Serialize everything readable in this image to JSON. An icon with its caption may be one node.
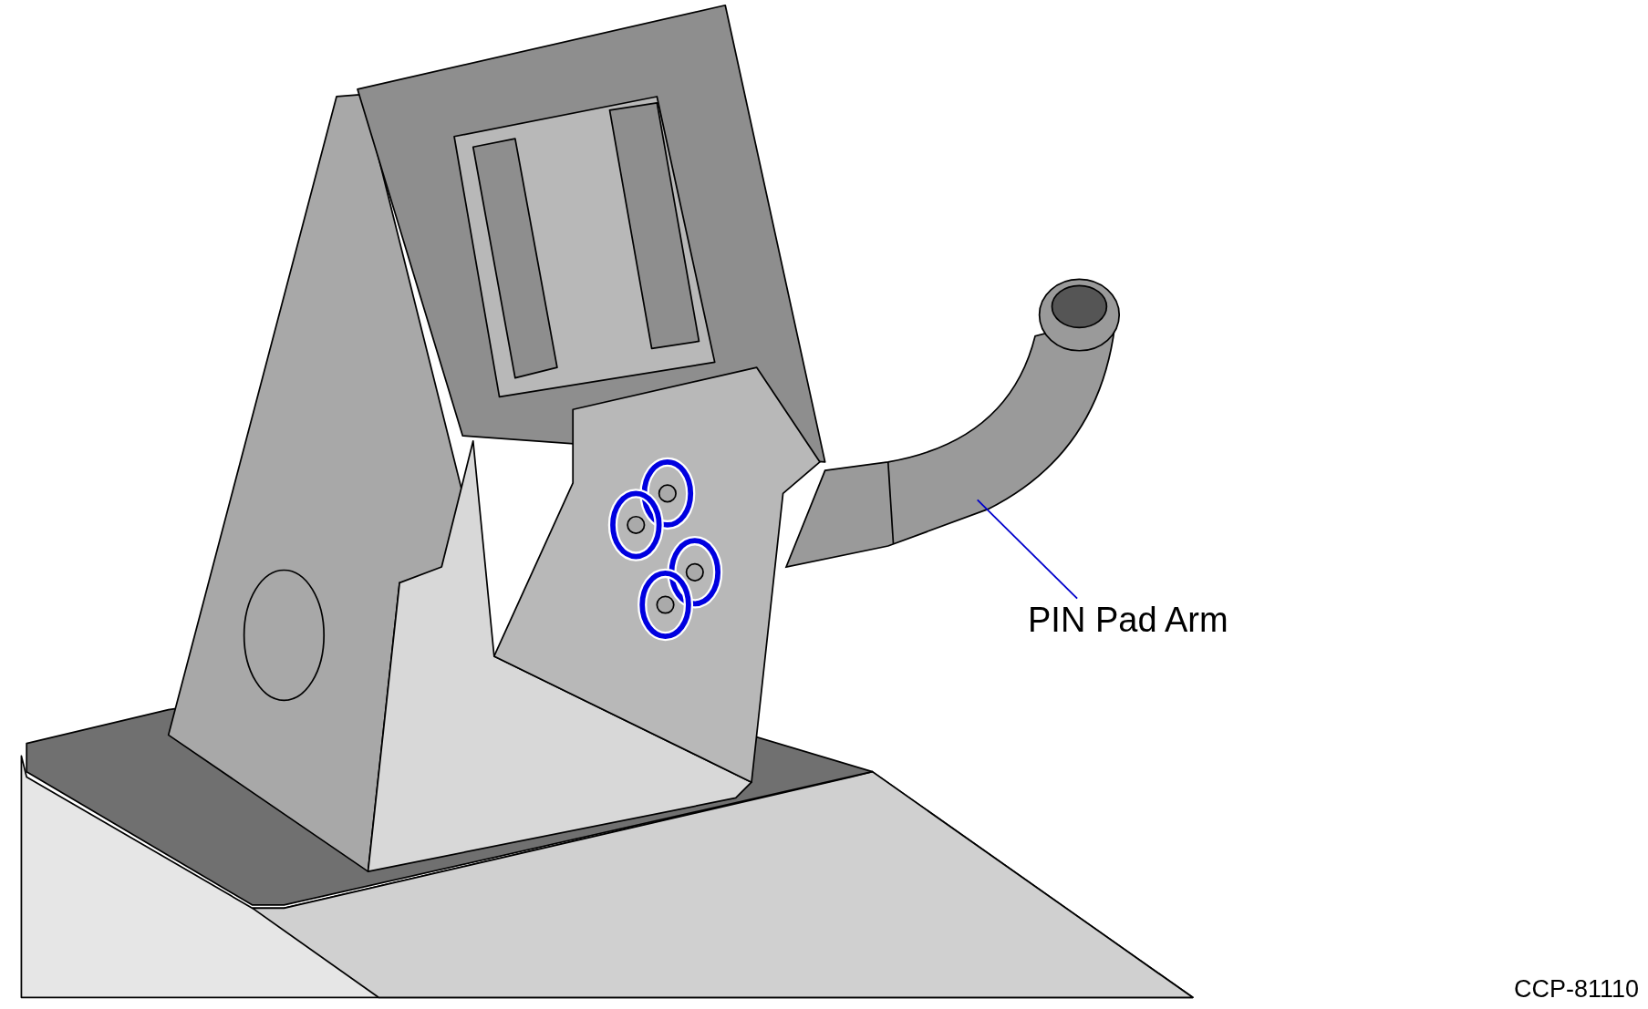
{
  "diagram": {
    "nodes": [
      {
        "text": [
          "PIN Pad Arm"
        ]
      },
      {
        "text": [],
        "shape": "picture"
      }
    ],
    "edges": [
      {
        "from": 0,
        "to": 1,
        "arrow": "none"
      }
    ],
    "labels": [
      "CCP-81110"
    ]
  }
}
